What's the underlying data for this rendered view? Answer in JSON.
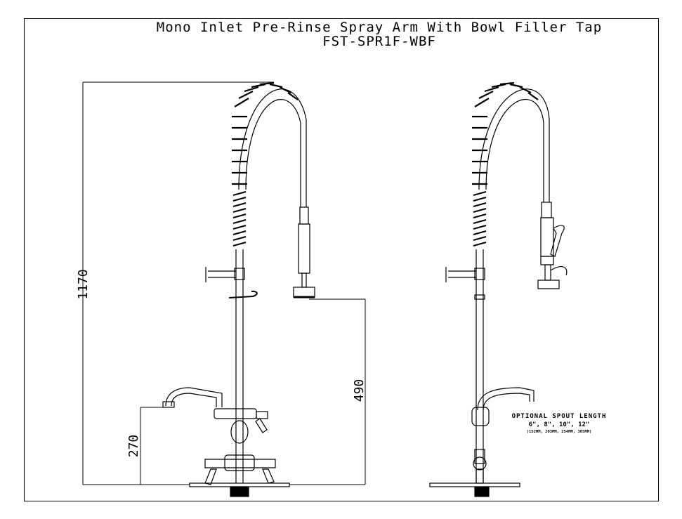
{
  "drawing": {
    "title": "Mono Inlet Pre-Rinse Spray Arm With Bowl Filler Tap",
    "model": "FST-SPR1F-WBF"
  },
  "dimensions": {
    "overall_height": "1170",
    "spray_height": "490",
    "spout_height": "270"
  },
  "notes": {
    "spout_title": "OPTIONAL SPOUT LENGTH",
    "spout_imperial": "6\", 8\", 10\", 12\"",
    "spout_metric": "(152MM, 203MM, 254MM, 305MM)"
  },
  "colors": {
    "line": "#000000",
    "background": "#ffffff"
  }
}
